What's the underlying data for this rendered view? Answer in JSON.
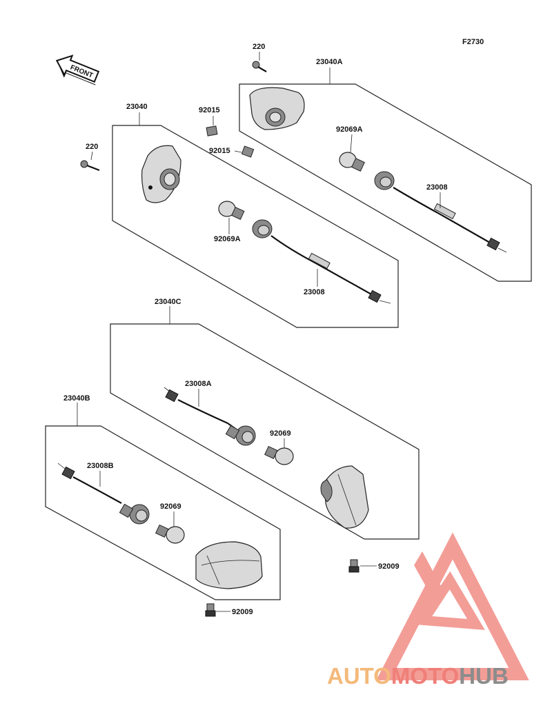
{
  "diagram": {
    "figure_code": "F2730",
    "front_label": "FRONT",
    "parts": {
      "screw_220_top": "220",
      "screw_220_left": "220",
      "assy_23040A": "23040A",
      "assy_23040": "23040",
      "nut_92015_a": "92015",
      "nut_92015_b": "92015",
      "bulb_92069A_top": "92069A",
      "bulb_92069A_left": "92069A",
      "harness_23008_top": "23008",
      "harness_23008_left": "23008",
      "assy_23040C": "23040C",
      "harness_23008A": "23008A",
      "bulb_92069_c": "92069",
      "assy_23040B": "23040B",
      "harness_23008B": "23008B",
      "bulb_92069_b": "92069",
      "screw_92009_right": "92009",
      "screw_92009_bottom": "92009"
    }
  },
  "watermark": {
    "part1": "AUTO",
    "part2": "MOTO",
    "part3": "HUB",
    "colors": {
      "auto": "#f4b97a",
      "moto": "#ef7f78",
      "hub": "#8c8c8c",
      "logo": "#f28c86"
    }
  }
}
